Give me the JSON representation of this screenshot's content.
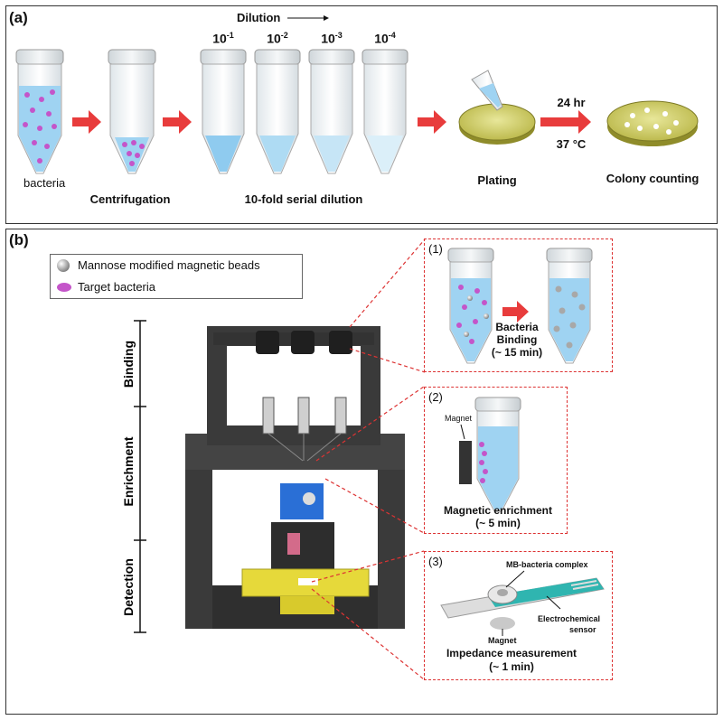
{
  "panel_a": {
    "label": "(a)",
    "bacteria_label": "bacteria",
    "centrifugation_label": "Centrifugation",
    "dilution_header": "Dilution",
    "dilutions": [
      {
        "base": "10",
        "exp": "-1"
      },
      {
        "base": "10",
        "exp": "-2"
      },
      {
        "base": "10",
        "exp": "-3"
      },
      {
        "base": "10",
        "exp": "-4"
      }
    ],
    "serial_dilution_label": "10-fold serial dilution",
    "plating_label": "Plating",
    "time_label": "24 hr",
    "temp_label": "37 °C",
    "colony_label": "Colony counting"
  },
  "panel_b": {
    "label": "(b)",
    "legend": {
      "beads": "Mannose modified magnetic beads",
      "bacteria": "Target bacteria"
    },
    "stages": [
      "Binding",
      "Enrichment",
      "Detection"
    ],
    "step1": {
      "num": "(1)",
      "line1": "Bacteria",
      "line2": "Binding",
      "line3": "(~ 15 min)"
    },
    "step2": {
      "num": "(2)",
      "magnet": "Magnet",
      "line1": "Magnetic enrichment",
      "line2": "(~ 5 min)"
    },
    "step3": {
      "num": "(3)",
      "complex": "MB-bacteria complex",
      "sensor1": "Electrochemical",
      "sensor2": "sensor",
      "magnet": "Magnet",
      "line1": "Impedance measurement",
      "line2": "(~ 1 min)"
    }
  },
  "colors": {
    "liquid": "#9fd3f2",
    "bacteria": "#c455c9",
    "arrow": "#e83c3c",
    "dashed": "#dd3333",
    "device": "#3a3a3a",
    "yellow": "#e6d93a",
    "blue": "#2a6fd6",
    "teal": "#2fb5b0"
  }
}
